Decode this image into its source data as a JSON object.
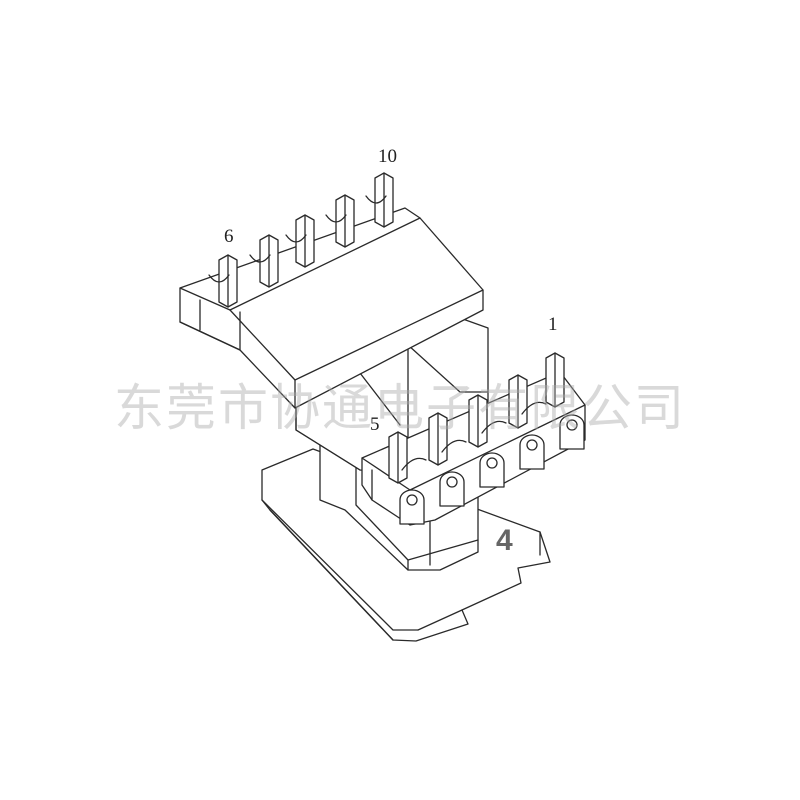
{
  "diagram": {
    "pin_labels": {
      "pin_1": "1",
      "pin_5": "5",
      "pin_6": "6",
      "pin_10": "10"
    },
    "part_number": "4",
    "watermark": "东莞市协通电子有限公司",
    "colors": {
      "line": "#2a2a2a",
      "background": "#ffffff",
      "watermark": "#aaaaaa"
    }
  }
}
